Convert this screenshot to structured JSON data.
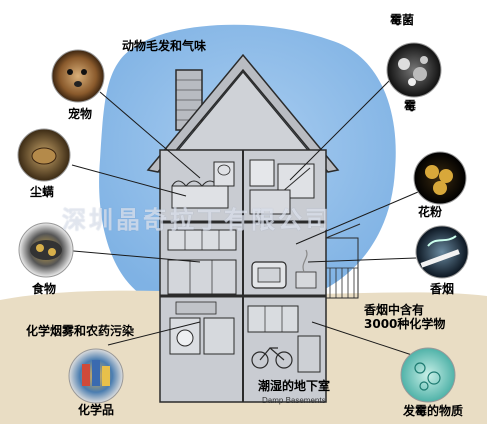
{
  "labels": {
    "pet_dander": "动物毛发和气味",
    "pet": "宠物",
    "mold_fungus": "霉菌",
    "mold": "霉",
    "dust_mite": "尘螨",
    "pollen": "花粉",
    "food": "食物",
    "smoke": "香烟",
    "smoke_chem_line1": "香烟中含有",
    "smoke_chem_line2": "3000种化学物",
    "chem_fog": "化学烟雾和农药污染",
    "chemicals": "化学品",
    "basement_cn": "潮湿的地下室",
    "basement_en": "Damp Basements",
    "moldy_materials": "发霉的物质"
  },
  "watermark": "深圳晶奇拉丁有限公司",
  "colors": {
    "sky": "#8fbde8",
    "ground": "#e8dcc4",
    "house_wall": "#c9ccd2",
    "house_line": "#2b2b2b",
    "roof": "#b9bcc2"
  }
}
